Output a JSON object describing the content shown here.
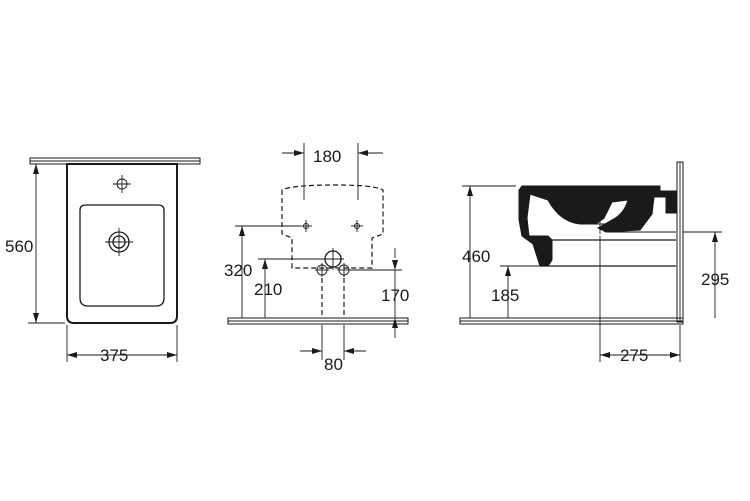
{
  "front_view": {
    "height_label": "560",
    "width_label": "375"
  },
  "wall_view": {
    "spacing_top_label": "180",
    "height_320_label": "320",
    "height_210_label": "210",
    "height_170_label": "170",
    "spacing_bottom_label": "80"
  },
  "side_view": {
    "height_460_label": "460",
    "height_185_label": "185",
    "height_295_label": "295",
    "depth_label": "275"
  }
}
